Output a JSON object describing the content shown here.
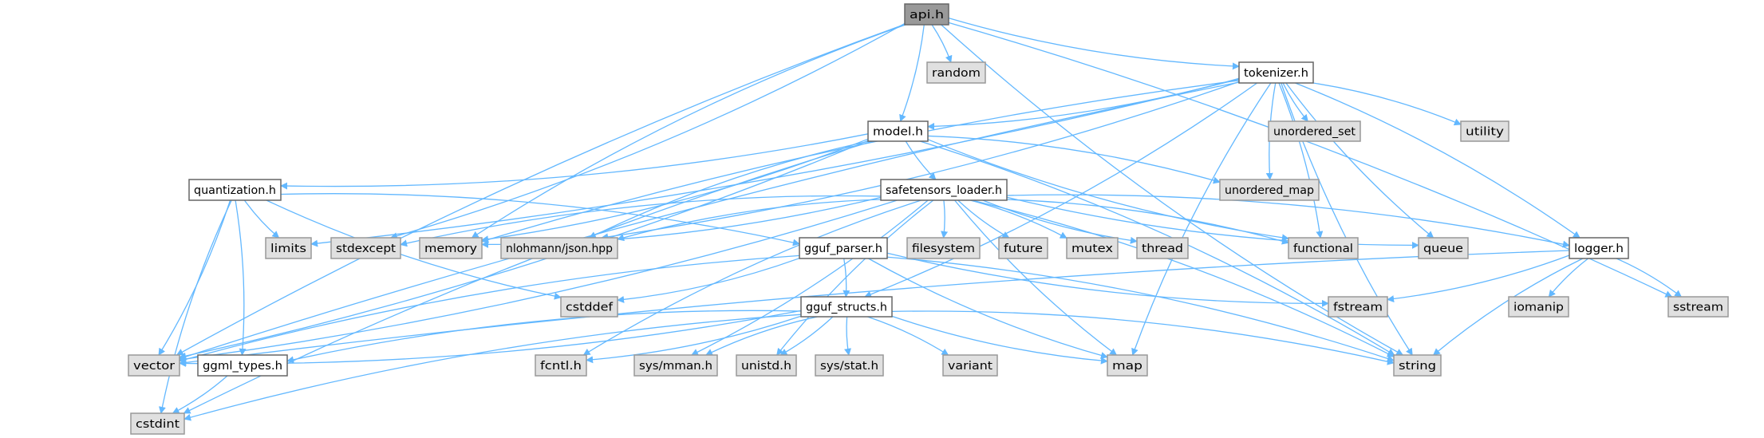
{
  "title": "api.h",
  "colors": {
    "edge": "#63b8ff",
    "root_fill": "#999999",
    "root_stroke": "#666666",
    "file_fill": "#ffffff",
    "file_stroke": "#666666",
    "system_fill": "#e0e0e0",
    "system_stroke": "#999999"
  },
  "nodes": [
    {
      "id": "api",
      "label": "api.h",
      "kind": "root"
    },
    {
      "id": "random",
      "label": "random",
      "kind": "system"
    },
    {
      "id": "tokenizer",
      "label": "tokenizer.h",
      "kind": "file"
    },
    {
      "id": "model",
      "label": "model.h",
      "kind": "file"
    },
    {
      "id": "unordered_set",
      "label": "unordered_set",
      "kind": "system"
    },
    {
      "id": "utility",
      "label": "utility",
      "kind": "system"
    },
    {
      "id": "unordered_map",
      "label": "unordered_map",
      "kind": "system"
    },
    {
      "id": "quantization",
      "label": "quantization.h",
      "kind": "file"
    },
    {
      "id": "safetensors",
      "label": "safetensors_loader.h",
      "kind": "file"
    },
    {
      "id": "limits",
      "label": "limits",
      "kind": "system"
    },
    {
      "id": "stdexcept",
      "label": "stdexcept",
      "kind": "system"
    },
    {
      "id": "memory",
      "label": "memory",
      "kind": "system"
    },
    {
      "id": "json",
      "label": "nlohmann/json.hpp",
      "kind": "system"
    },
    {
      "id": "gguf_parser",
      "label": "gguf_parser.h",
      "kind": "file"
    },
    {
      "id": "filesystem",
      "label": "filesystem",
      "kind": "system"
    },
    {
      "id": "future",
      "label": "future",
      "kind": "system"
    },
    {
      "id": "mutex",
      "label": "mutex",
      "kind": "system"
    },
    {
      "id": "thread",
      "label": "thread",
      "kind": "system"
    },
    {
      "id": "functional",
      "label": "functional",
      "kind": "system"
    },
    {
      "id": "queue",
      "label": "queue",
      "kind": "system"
    },
    {
      "id": "logger",
      "label": "logger.h",
      "kind": "file"
    },
    {
      "id": "cstddef",
      "label": "cstddef",
      "kind": "system"
    },
    {
      "id": "gguf_structs",
      "label": "gguf_structs.h",
      "kind": "file"
    },
    {
      "id": "fstream",
      "label": "fstream",
      "kind": "system"
    },
    {
      "id": "iomanip",
      "label": "iomanip",
      "kind": "system"
    },
    {
      "id": "sstream",
      "label": "sstream",
      "kind": "system"
    },
    {
      "id": "vector",
      "label": "vector",
      "kind": "system"
    },
    {
      "id": "ggml_types",
      "label": "ggml_types.h",
      "kind": "file"
    },
    {
      "id": "fcntl",
      "label": "fcntl.h",
      "kind": "system"
    },
    {
      "id": "sysmman",
      "label": "sys/mman.h",
      "kind": "system"
    },
    {
      "id": "unistd",
      "label": "unistd.h",
      "kind": "system"
    },
    {
      "id": "sysstat",
      "label": "sys/stat.h",
      "kind": "system"
    },
    {
      "id": "variant",
      "label": "variant",
      "kind": "system"
    },
    {
      "id": "map",
      "label": "map",
      "kind": "system"
    },
    {
      "id": "string",
      "label": "string",
      "kind": "system"
    },
    {
      "id": "cstdint",
      "label": "cstdint",
      "kind": "system"
    }
  ],
  "edges": [
    [
      "api",
      "random"
    ],
    [
      "api",
      "tokenizer"
    ],
    [
      "api",
      "model"
    ],
    [
      "api",
      "vector"
    ],
    [
      "api",
      "stdexcept"
    ],
    [
      "api",
      "memory"
    ],
    [
      "api",
      "sstream"
    ],
    [
      "api",
      "string"
    ],
    [
      "tokenizer",
      "model"
    ],
    [
      "tokenizer",
      "vector"
    ],
    [
      "tokenizer",
      "limits"
    ],
    [
      "tokenizer",
      "memory"
    ],
    [
      "tokenizer",
      "json"
    ],
    [
      "tokenizer",
      "unordered_map"
    ],
    [
      "tokenizer",
      "gguf_structs"
    ],
    [
      "tokenizer",
      "unordered_set"
    ],
    [
      "tokenizer",
      "functional"
    ],
    [
      "tokenizer",
      "queue"
    ],
    [
      "tokenizer",
      "utility"
    ],
    [
      "tokenizer",
      "map"
    ],
    [
      "tokenizer",
      "logger"
    ],
    [
      "tokenizer",
      "string"
    ],
    [
      "model",
      "quantization"
    ],
    [
      "model",
      "safetensors"
    ],
    [
      "model",
      "vector"
    ],
    [
      "model",
      "cstdint"
    ],
    [
      "model",
      "memory"
    ],
    [
      "model",
      "json"
    ],
    [
      "model",
      "unordered_map"
    ],
    [
      "model",
      "functional"
    ],
    [
      "model",
      "string"
    ],
    [
      "quantization",
      "limits"
    ],
    [
      "quantization",
      "vector"
    ],
    [
      "quantization",
      "cstdint"
    ],
    [
      "quantization",
      "ggml_types"
    ],
    [
      "quantization",
      "cstddef"
    ],
    [
      "quantization",
      "gguf_parser"
    ],
    [
      "safetensors",
      "stdexcept"
    ],
    [
      "safetensors",
      "memory"
    ],
    [
      "safetensors",
      "json"
    ],
    [
      "safetensors",
      "vector"
    ],
    [
      "safetensors",
      "fcntl"
    ],
    [
      "safetensors",
      "sysmman"
    ],
    [
      "safetensors",
      "unistd"
    ],
    [
      "safetensors",
      "filesystem"
    ],
    [
      "safetensors",
      "future"
    ],
    [
      "safetensors",
      "mutex"
    ],
    [
      "safetensors",
      "thread"
    ],
    [
      "safetensors",
      "functional"
    ],
    [
      "safetensors",
      "queue"
    ],
    [
      "safetensors",
      "logger"
    ],
    [
      "safetensors",
      "map"
    ],
    [
      "safetensors",
      "string"
    ],
    [
      "logger",
      "vector"
    ],
    [
      "logger",
      "fstream"
    ],
    [
      "logger",
      "iomanip"
    ],
    [
      "logger",
      "sstream"
    ],
    [
      "logger",
      "string"
    ],
    [
      "gguf_parser",
      "cstddef"
    ],
    [
      "gguf_parser",
      "vector"
    ],
    [
      "gguf_parser",
      "gguf_structs"
    ],
    [
      "gguf_parser",
      "map"
    ],
    [
      "gguf_parser",
      "string"
    ],
    [
      "gguf_parser",
      "fstream"
    ],
    [
      "gguf_structs",
      "vector"
    ],
    [
      "gguf_structs",
      "ggml_types"
    ],
    [
      "gguf_structs",
      "fcntl"
    ],
    [
      "gguf_structs",
      "sysmman"
    ],
    [
      "gguf_structs",
      "unistd"
    ],
    [
      "gguf_structs",
      "sysstat"
    ],
    [
      "gguf_structs",
      "variant"
    ],
    [
      "gguf_structs",
      "map"
    ],
    [
      "gguf_structs",
      "string"
    ],
    [
      "gguf_structs",
      "cstdint"
    ],
    [
      "ggml_types",
      "cstdint"
    ]
  ]
}
